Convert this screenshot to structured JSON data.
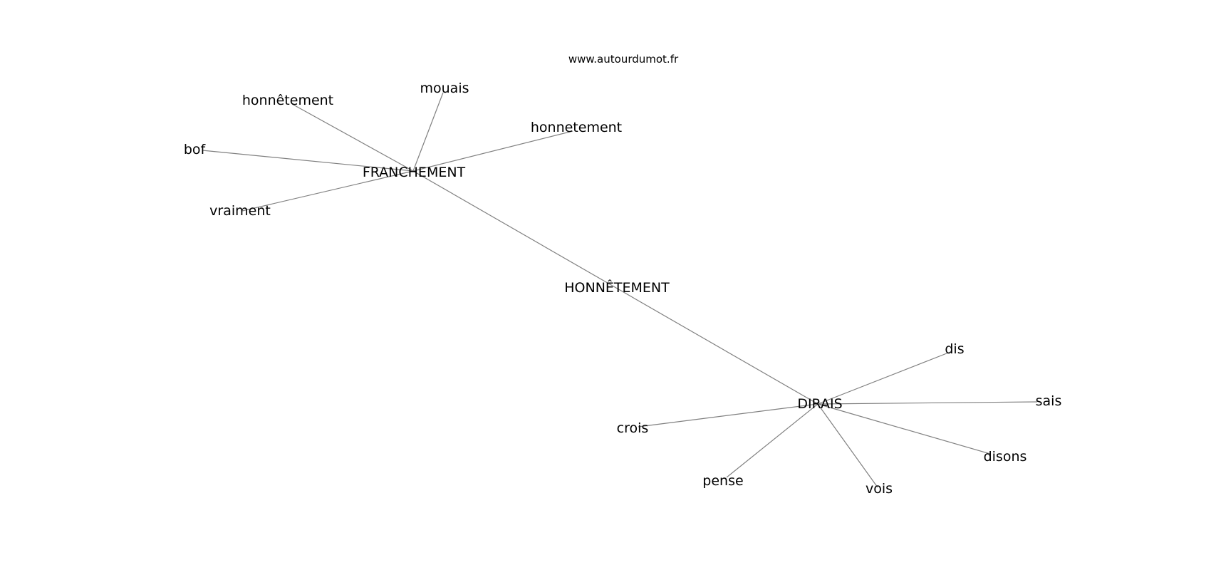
{
  "watermark": "www.autourdumot.fr",
  "graph": {
    "nodes": [
      {
        "id": "honnetement_center",
        "label": "HONNÊTEMENT"
      },
      {
        "id": "franchement",
        "label": "FRANCHEMENT"
      },
      {
        "id": "dirais",
        "label": "DIRAIS"
      },
      {
        "id": "honnetement_acc",
        "label": "honnêtement"
      },
      {
        "id": "mouais",
        "label": "mouais"
      },
      {
        "id": "honnetement_plain",
        "label": "honnetement"
      },
      {
        "id": "bof",
        "label": "bof"
      },
      {
        "id": "vraiment",
        "label": "vraiment"
      },
      {
        "id": "dis",
        "label": "dis"
      },
      {
        "id": "sais",
        "label": "sais"
      },
      {
        "id": "crois",
        "label": "crois"
      },
      {
        "id": "disons",
        "label": "disons"
      },
      {
        "id": "pense",
        "label": "pense"
      },
      {
        "id": "vois",
        "label": "vois"
      }
    ],
    "edges": [
      [
        "franchement",
        "honnetement_acc"
      ],
      [
        "franchement",
        "mouais"
      ],
      [
        "franchement",
        "honnetement_plain"
      ],
      [
        "franchement",
        "bof"
      ],
      [
        "franchement",
        "vraiment"
      ],
      [
        "franchement",
        "dirais"
      ],
      [
        "dirais",
        "dis"
      ],
      [
        "dirais",
        "sais"
      ],
      [
        "dirais",
        "crois"
      ],
      [
        "dirais",
        "disons"
      ],
      [
        "dirais",
        "pense"
      ],
      [
        "dirais",
        "vois"
      ]
    ]
  }
}
